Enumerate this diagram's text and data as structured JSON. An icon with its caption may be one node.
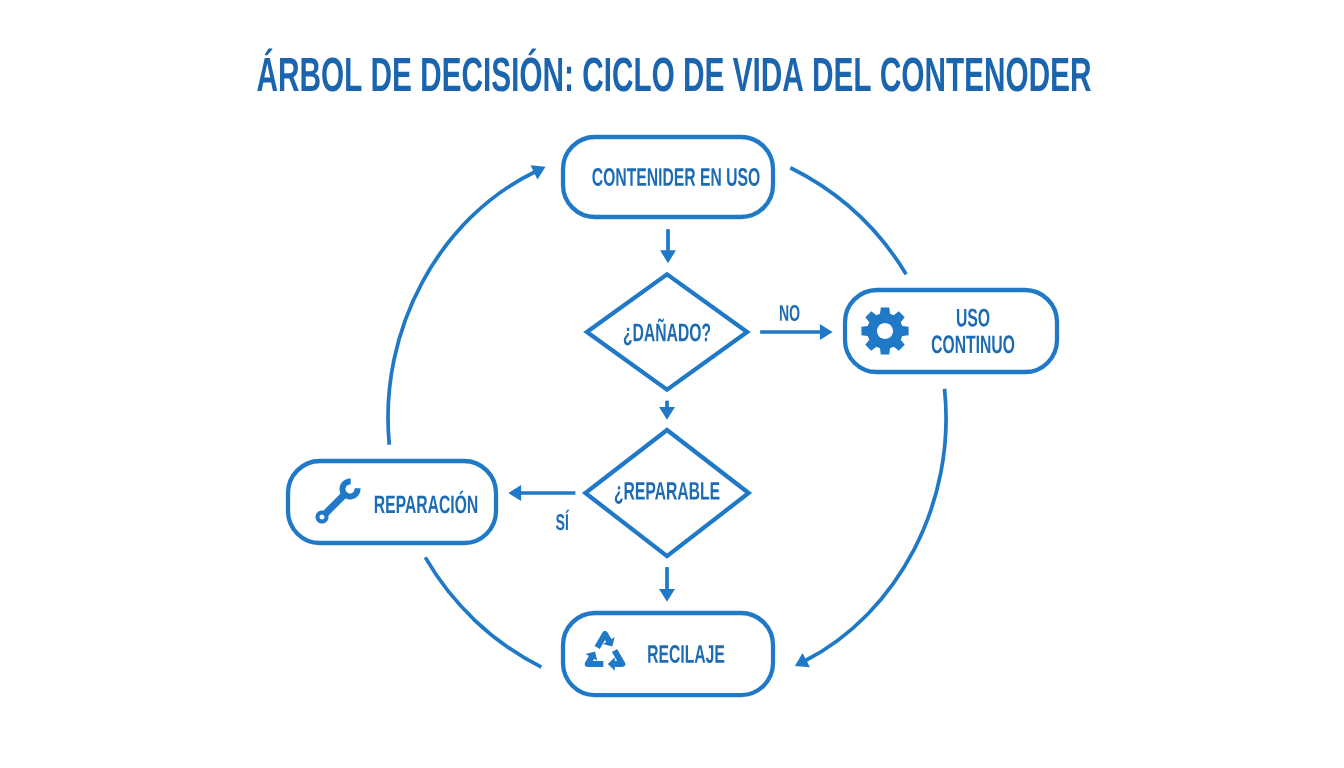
{
  "diagram": {
    "title": "ÁRBOL DE DECISIÓN: CICLO DE VIDA DEL CONTENODER",
    "nodes": [
      {
        "text": [
          "CONTENIDER EN USO"
        ]
      },
      {
        "text": [
          "¿DAÑADO?"
        ]
      },
      {
        "text": [
          "USO CONTINUO"
        ]
      },
      {
        "text": [
          "¿REPARABLE"
        ]
      },
      {
        "text": [
          "REPARACIÓN"
        ]
      },
      {
        "text": [
          "RECILAJE"
        ]
      }
    ],
    "edges": [
      {
        "from": 0,
        "to": 1,
        "arrow": "to"
      },
      {
        "from": 1,
        "to": 2,
        "arrow": "to",
        "label": "NO"
      },
      {
        "from": 1,
        "to": 3,
        "arrow": "to"
      },
      {
        "from": 3,
        "to": 4,
        "arrow": "to",
        "label": "SÍ"
      },
      {
        "from": 3,
        "to": 5,
        "arrow": "to"
      },
      {
        "from": 0,
        "to": 2,
        "arrow": "none"
      },
      {
        "from": 2,
        "to": 5,
        "arrow": "to"
      },
      {
        "from": 5,
        "to": 4,
        "arrow": "none"
      },
      {
        "from": 4,
        "to": 0,
        "arrow": "to"
      }
    ]
  }
}
